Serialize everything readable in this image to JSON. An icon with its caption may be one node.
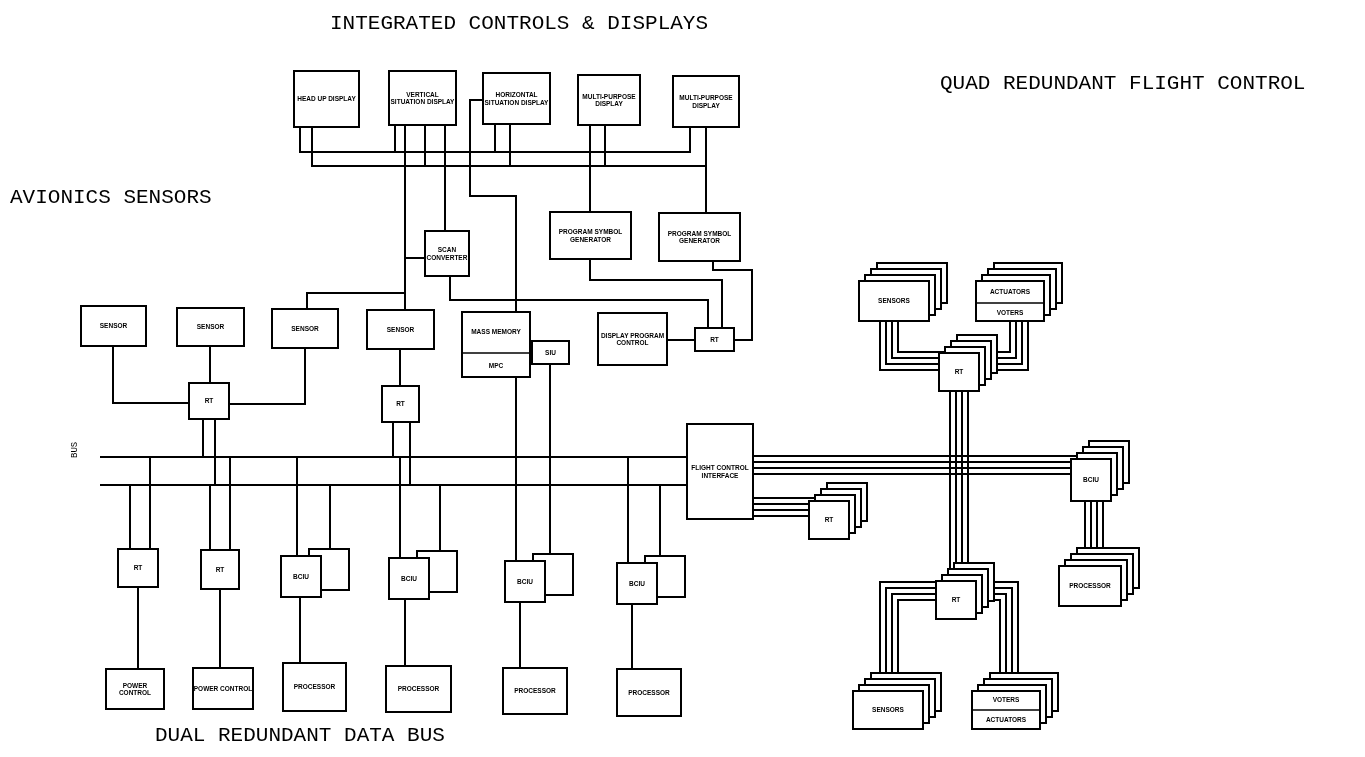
{
  "diagram": {
    "nodes": [
      {
        "text": [
          "HEAD UP DISPLAY"
        ]
      },
      {
        "text": [
          "VERTICAL SITUATION DISPLAY"
        ]
      },
      {
        "text": [
          "HORIZONTAL SITUATION DISPLAY"
        ]
      },
      {
        "text": [
          "MULTI-PURPOSE DISPLAY"
        ]
      },
      {
        "text": [
          "MULTI-PURPOSE DISPLAY"
        ]
      },
      {
        "text": [
          "PROGRAM SYMBOL GENERATOR"
        ]
      },
      {
        "text": [
          "PROGRAM SYMBOL GENERATOR"
        ]
      },
      {
        "text": [
          "SCAN CONVERTER"
        ]
      },
      {
        "text": [
          "SENSOR"
        ]
      },
      {
        "text": [
          "SENSOR"
        ]
      },
      {
        "text": [
          "SENSOR"
        ]
      },
      {
        "text": [
          "SENSOR"
        ]
      },
      {
        "text": [
          "RT"
        ]
      },
      {
        "text": [
          "RT"
        ]
      },
      {
        "text": [
          "MASS MEMORY",
          "MPC"
        ]
      },
      {
        "text": [
          "SIU"
        ]
      },
      {
        "text": [
          "DISPLAY PROGRAM CONTROL"
        ]
      },
      {
        "text": [
          "RT"
        ]
      },
      {
        "text": [
          "FLIGHT CONTROL INTERFACE"
        ]
      },
      {
        "text": [
          "RT"
        ]
      },
      {
        "text": [
          "RT"
        ]
      },
      {
        "text": [
          "BCIU"
        ]
      },
      {
        "text": [
          "BCIU"
        ]
      },
      {
        "text": [
          "BCIU"
        ]
      },
      {
        "text": [
          "BCIU"
        ]
      },
      {
        "text": [
          "POWER CONTROL"
        ]
      },
      {
        "text": [
          "POWER CONTROL"
        ]
      },
      {
        "text": [
          "PROCESSOR"
        ]
      },
      {
        "text": [
          "PROCESSOR"
        ]
      },
      {
        "text": [
          "PROCESSOR"
        ]
      },
      {
        "text": [
          "PROCESSOR"
        ]
      },
      {
        "text": [
          "SENSORS"
        ]
      },
      {
        "text": [
          "ACTUATORS",
          "VOTERS"
        ]
      },
      {
        "text": [
          "RT"
        ]
      },
      {
        "text": [
          "RT"
        ]
      },
      {
        "text": [
          "BCIU"
        ]
      },
      {
        "text": [
          "RT"
        ]
      },
      {
        "text": [
          "PROCESSOR"
        ]
      },
      {
        "text": [
          "SENSORS"
        ]
      },
      {
        "text": [
          "VOTERS",
          "ACTUATORS"
        ]
      },
      {
        "text": [],
        "shape": "bar"
      },
      {
        "text": [],
        "shape": "bar"
      }
    ],
    "edges": [
      {
        "from": 0,
        "to": 5,
        "arrow": "none"
      },
      {
        "from": 1,
        "to": 5,
        "arrow": "none"
      },
      {
        "from": 2,
        "to": 5,
        "arrow": "none"
      },
      {
        "from": 3,
        "to": 5,
        "arrow": "none"
      },
      {
        "from": 4,
        "to": 5,
        "arrow": "none"
      },
      {
        "from": 0,
        "to": 6,
        "arrow": "none"
      },
      {
        "from": 1,
        "to": 6,
        "arrow": "none"
      },
      {
        "from": 2,
        "to": 6,
        "arrow": "none"
      },
      {
        "from": 3,
        "to": 6,
        "arrow": "none"
      },
      {
        "from": 4,
        "to": 6,
        "arrow": "none"
      },
      {
        "from": 1,
        "to": 7,
        "arrow": "none"
      },
      {
        "from": 1,
        "to": 11,
        "arrow": "none"
      },
      {
        "from": 2,
        "to": 14,
        "arrow": "none"
      },
      {
        "from": 7,
        "to": 10,
        "arrow": "none"
      },
      {
        "from": 7,
        "to": 17,
        "arrow": "none"
      },
      {
        "from": 5,
        "to": 17,
        "arrow": "none"
      },
      {
        "from": 6,
        "to": 17,
        "arrow": "none"
      },
      {
        "from": 16,
        "to": 17,
        "arrow": "none"
      },
      {
        "from": 8,
        "to": 12,
        "arrow": "none"
      },
      {
        "from": 9,
        "to": 12,
        "arrow": "none"
      },
      {
        "from": 10,
        "to": 12,
        "arrow": "none"
      },
      {
        "from": 11,
        "to": 13,
        "arrow": "none"
      },
      {
        "from": 12,
        "to": 40,
        "arrow": "none"
      },
      {
        "from": 12,
        "to": 41,
        "arrow": "none"
      },
      {
        "from": 13,
        "to": 40,
        "arrow": "none"
      },
      {
        "from": 13,
        "to": 41,
        "arrow": "none"
      },
      {
        "from": 40,
        "to": 19,
        "arrow": "none"
      },
      {
        "from": 41,
        "to": 19,
        "arrow": "none"
      },
      {
        "from": 40,
        "to": 20,
        "arrow": "none"
      },
      {
        "from": 41,
        "to": 20,
        "arrow": "none"
      },
      {
        "from": 40,
        "to": 21,
        "arrow": "none"
      },
      {
        "from": 41,
        "to": 21,
        "arrow": "none"
      },
      {
        "from": 40,
        "to": 22,
        "arrow": "none"
      },
      {
        "from": 41,
        "to": 22,
        "arrow": "none"
      },
      {
        "from": 14,
        "to": 23,
        "arrow": "none"
      },
      {
        "from": 15,
        "to": 23,
        "arrow": "none"
      },
      {
        "from": 40,
        "to": 24,
        "arrow": "none"
      },
      {
        "from": 41,
        "to": 24,
        "arrow": "none"
      },
      {
        "from": 19,
        "to": 25,
        "arrow": "none"
      },
      {
        "from": 20,
        "to": 26,
        "arrow": "none"
      },
      {
        "from": 21,
        "to": 27,
        "arrow": "none"
      },
      {
        "from": 22,
        "to": 28,
        "arrow": "none"
      },
      {
        "from": 23,
        "to": 29,
        "arrow": "none"
      },
      {
        "from": 24,
        "to": 30,
        "arrow": "none"
      },
      {
        "from": 40,
        "to": 18,
        "arrow": "none"
      },
      {
        "from": 41,
        "to": 18,
        "arrow": "none"
      },
      {
        "from": 18,
        "to": 34,
        "arrow": "none"
      },
      {
        "from": 18,
        "to": 35,
        "arrow": "none"
      },
      {
        "from": 31,
        "to": 33,
        "arrow": "none"
      },
      {
        "from": 32,
        "to": 33,
        "arrow": "none"
      },
      {
        "from": 33,
        "to": 36,
        "arrow": "none"
      },
      {
        "from": 36,
        "to": 38,
        "arrow": "none"
      },
      {
        "from": 36,
        "to": 39,
        "arrow": "none"
      },
      {
        "from": 35,
        "to": 37,
        "arrow": "none"
      }
    ],
    "labels": [
      "INTEGRATED CONTROLS & DISPLAYS",
      "QUAD REDUNDANT FLIGHT CONTROL",
      "AVIONICS SENSORS",
      "BUS",
      "DUAL REDUNDANT DATA BUS"
    ]
  }
}
